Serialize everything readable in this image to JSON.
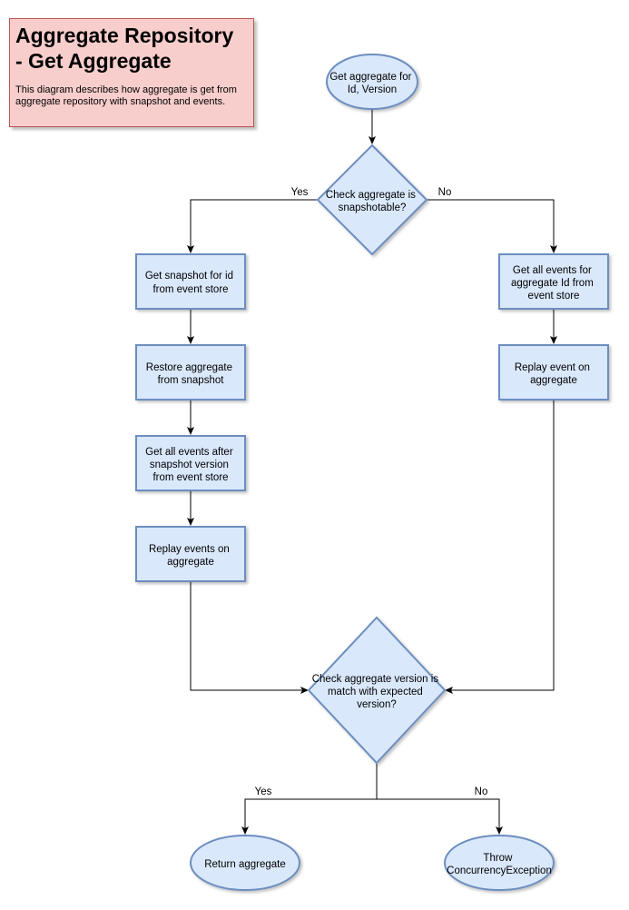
{
  "header": {
    "title": "Aggregate Repository\n- Get Aggregate",
    "description": "This diagram describes how aggregate is get from aggregate repository with snapshot and events."
  },
  "colors": {
    "node_fill": "#dae8fc",
    "node_stroke": "#6c8ebf",
    "note_fill": "#f8cecc",
    "note_stroke": "#b85450",
    "edge": "#000000"
  },
  "nodes": {
    "start": {
      "lines": [
        "Get aggregate for",
        "Id, Version"
      ]
    },
    "decision_snapshot": {
      "lines": [
        "Check aggregate is",
        "snapshotable?"
      ]
    },
    "get_snapshot": {
      "lines": [
        "Get snapshot for id",
        "from event store"
      ]
    },
    "restore": {
      "lines": [
        "Restore aggregate",
        "from snapshot"
      ]
    },
    "events_after": {
      "lines": [
        "Get all events after",
        "snapshot version",
        "from event store"
      ]
    },
    "replay_events": {
      "lines": [
        "Replay events on",
        "aggregate"
      ]
    },
    "all_events": {
      "lines": [
        "Get all events for",
        "aggregate Id from",
        "event store"
      ]
    },
    "replay_event": {
      "lines": [
        "Replay event on",
        "aggregate"
      ]
    },
    "decision_version": {
      "lines": [
        "Check aggregate version is",
        "match with expected",
        "version?"
      ]
    },
    "return": {
      "lines": [
        "Return aggregate"
      ]
    },
    "throw": {
      "lines": [
        "Throw",
        "ConcurrencyException"
      ]
    }
  },
  "edge_labels": {
    "snapshot_yes": "Yes",
    "snapshot_no": "No",
    "version_yes": "Yes",
    "version_no": "No"
  }
}
